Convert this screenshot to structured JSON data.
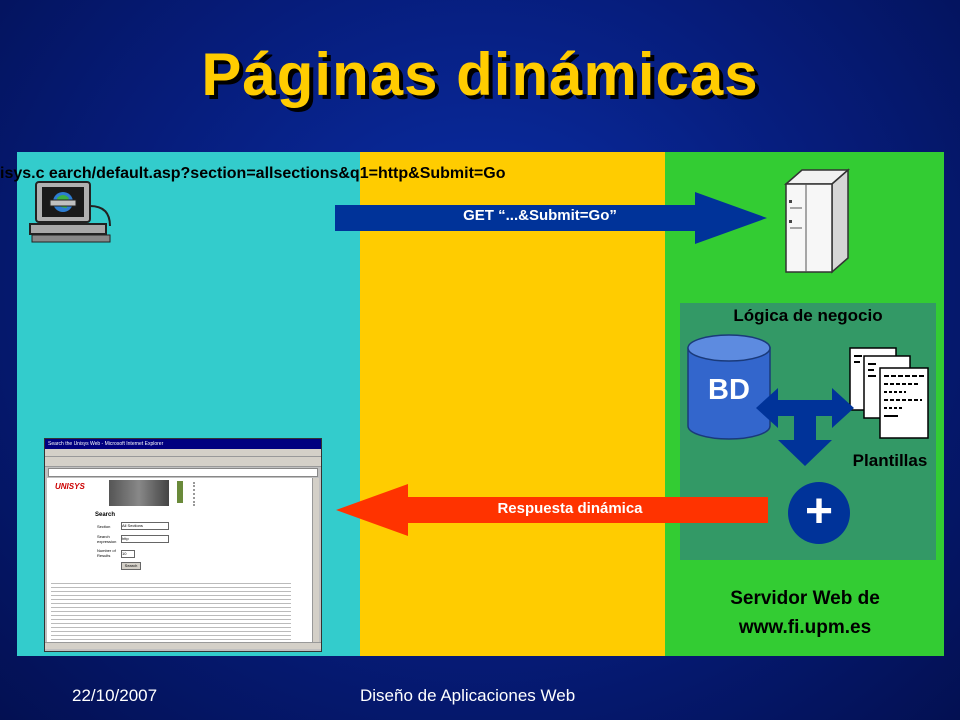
{
  "slide": {
    "title": "Páginas dinámicas",
    "url_text": "isys.c      earch/default.asp?section=allsections&q1=http&Submit=Go",
    "request_label": "GET “...&Submit=Go”",
    "response_label": "Respuesta dinámica",
    "business_logic_label": "Lógica de negocio",
    "db_label": "BD",
    "templates_label": "Plantillas",
    "plus_label": "+",
    "server_label_line1": "Servidor Web de",
    "server_label_line2": "www.fi.upm.es",
    "footer_date": "22/10/2007",
    "footer_course": "Diseño de Aplicaciones Web"
  },
  "colors": {
    "background": "#061c7a",
    "title": "#ffcc00",
    "client_panel": "#33cccc",
    "middle_panel": "#ffcc00",
    "server_panel": "#33cc33",
    "business_box": "#339966",
    "request_arrow": "#003399",
    "response_arrow": "#ff3300",
    "db_cylinder": "#3366cc",
    "connector_arrow": "#003399"
  },
  "browser_window": {
    "title_bar": "Search the Unisys Web - Microsoft Internet Explorer",
    "logo": "UNISYS",
    "search_heading": "Search",
    "section_label": "Section",
    "section_value": "All Sections",
    "expression_label": "Search expression",
    "expression_value": "http",
    "results_label": "Number of Results",
    "results_value": "10",
    "search_button": "Search"
  }
}
